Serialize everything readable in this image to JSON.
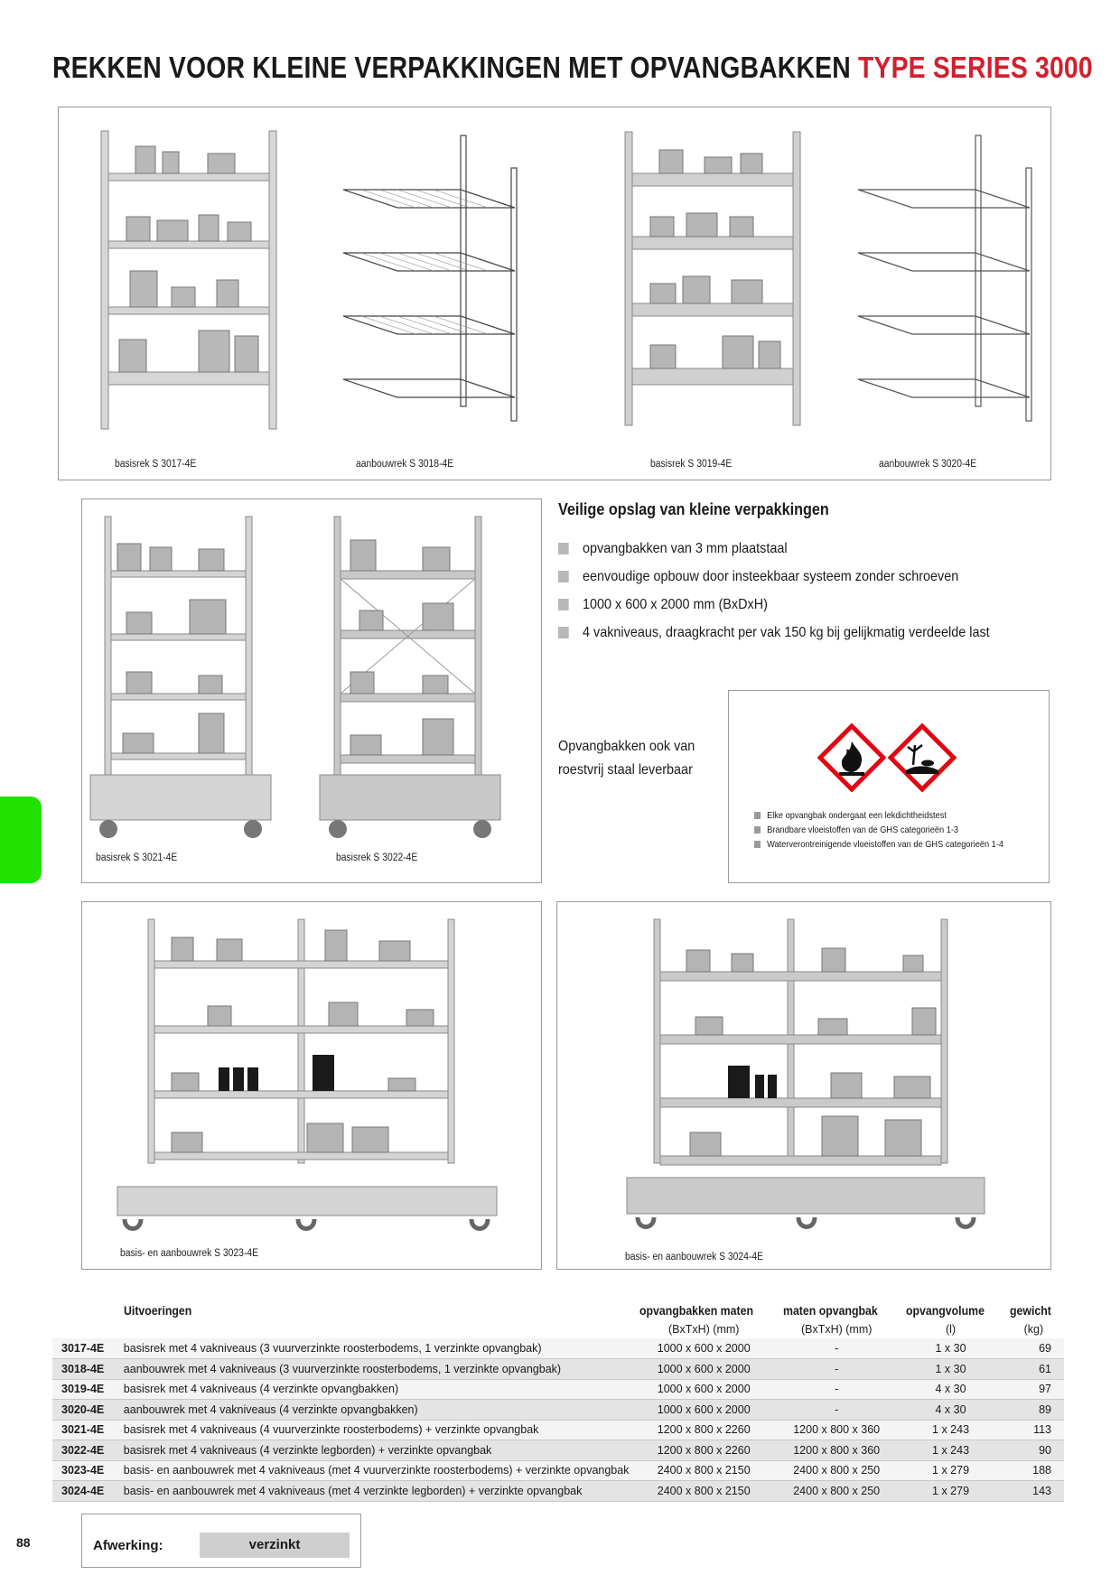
{
  "title": {
    "main": "REKKEN VOOR KLEINE VERPAKKINGEN MET OPVANGBAKKEN ",
    "accent": "TYPE SERIES 3000",
    "accent_color": "#d1202f"
  },
  "top_panel": {
    "captions": [
      "basisrek S 3017-4E",
      "aanbouwrek S 3018-4E",
      "basisrek S 3019-4E",
      "aanbouwrek S 3020-4E"
    ]
  },
  "mid_panel": {
    "captions": [
      "basisrek S 3021-4E",
      "basisrek S 3022-4E"
    ]
  },
  "features": {
    "title": "Veilige opslag van kleine verpakkingen",
    "items": [
      "opvangbakken van 3 mm plaatstaal",
      "eenvoudige opbouw door insteekbaar systeem zonder schroeven",
      "1000 x 600 x 2000 mm (BxDxH)",
      "4 vakniveaus, draagkracht per vak 150 kg bij gelijkmatig verdeelde last"
    ],
    "stainless_line1": "Opvangbakken ook van",
    "stainless_line2": "roestvrij staal leverbaar"
  },
  "ghs": {
    "icons": [
      "flame-pictogram-icon",
      "environment-pictogram-icon"
    ],
    "notes": [
      "Elke opvangbak ondergaat een lekdichtheidstest",
      "Brandbare vloeistoffen van de GHS categorieën 1-3",
      "Waterverontreinigende vloeistoffen van de GHS categorieën 1-4"
    ],
    "border_color": "#e30613"
  },
  "bottom_panels": {
    "captions": [
      "basis- en aanbouwrek  S 3023-4E",
      "basis- en aanbouwrek  S 3024-4E"
    ]
  },
  "table": {
    "headers": [
      "",
      "Uitvoeringen",
      "opvangbakken maten",
      "maten opvangbak",
      "opvangvolume",
      "gewicht"
    ],
    "units": [
      "",
      "",
      "(BxTxH) (mm)",
      "(BxTxH) (mm)",
      "(l)",
      "(kg)"
    ],
    "rows": [
      {
        "code": "3017-4E",
        "desc": "basisrek met 4 vakniveaus (3 vuurverzinkte roosterbodems, 1 verzinkte opvangbak)",
        "trays": "1000 x 600 x 2000",
        "sump": "-",
        "volume": "1 x  30",
        "weight": "69"
      },
      {
        "code": "3018-4E",
        "desc": "aanbouwrek met 4 vakniveaus (3 vuurverzinkte roosterbodems, 1 verzinkte opvangbak)",
        "trays": "1000 x 600 x 2000",
        "sump": "-",
        "volume": "1 x  30",
        "weight": "61"
      },
      {
        "code": "3019-4E",
        "desc": "basisrek met 4 vakniveaus (4 verzinkte opvangbakken)",
        "trays": "1000 x 600 x 2000",
        "sump": "-",
        "volume": "4 x  30",
        "weight": "97"
      },
      {
        "code": "3020-4E",
        "desc": "aanbouwrek met 4 vakniveaus (4 verzinkte opvangbakken)",
        "trays": "1000 x 600 x 2000",
        "sump": "-",
        "volume": "4 x  30",
        "weight": "89"
      },
      {
        "code": "3021-4E",
        "desc": "basisrek met 4 vakniveaus (4 vuurverzinkte roosterbodems) + verzinkte opvangbak",
        "trays": "1200 x 800 x 2260",
        "sump": "1200 x 800 x 360",
        "volume": "1 x 243",
        "weight": "113"
      },
      {
        "code": "3022-4E",
        "desc": "basisrek met 4 vakniveaus (4 verzinkte legborden) + verzinkte opvangbak",
        "trays": "1200 x 800 x 2260",
        "sump": "1200 x 800 x 360",
        "volume": "1 x 243",
        "weight": "90"
      },
      {
        "code": "3023-4E",
        "desc": "basis- en aanbouwrek met 4 vakniveaus (met 4 vuurverzinkte roosterbodems) + verzinkte opvangbak",
        "trays": "2400 x 800 x 2150",
        "sump": "2400 x 800 x 250",
        "volume": "1 x 279",
        "weight": "188"
      },
      {
        "code": "3024-4E",
        "desc": "basis- en aanbouwrek met 4 vakniveaus (met 4 verzinkte legborden) + verzinkte opvangbak",
        "trays": "2400 x 800 x 2150",
        "sump": "2400 x 800 x 250",
        "volume": "1 x 279",
        "weight": "143"
      }
    ]
  },
  "footer": {
    "page_number": "88",
    "finish_label": "Afwerking:",
    "finish_value": "verzinkt"
  },
  "colors": {
    "tab_green": "#22e000",
    "row_dark": "#e4e4e4",
    "row_light": "#f4f4f4"
  }
}
